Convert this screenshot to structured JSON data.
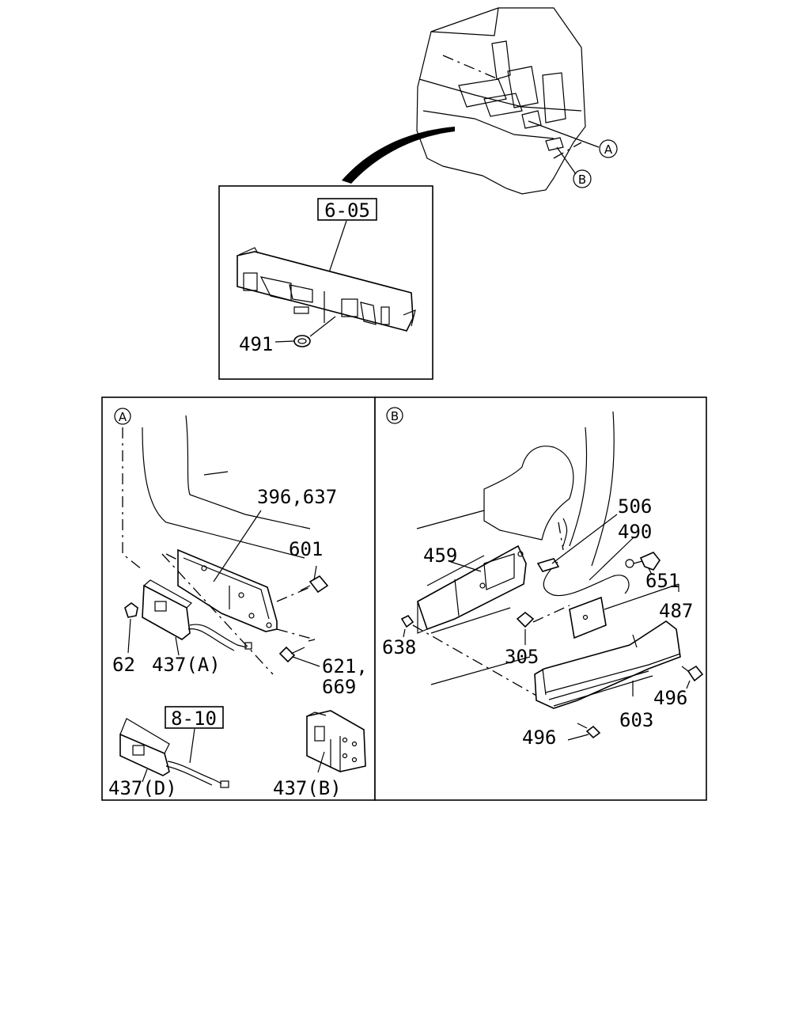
{
  "top": {
    "callout_a": "A",
    "callout_b": "B",
    "ref_box": "6-05",
    "part_491": "491"
  },
  "panel_a": {
    "marker": "A",
    "labels": {
      "p396_637": "396,637",
      "p601": "601",
      "p62": "62",
      "p437a": "437(A)",
      "p621": "621,",
      "p669": "669",
      "ref_810": "8-10",
      "p437d": "437(D)",
      "p437b": "437(B)"
    }
  },
  "panel_b": {
    "marker": "B",
    "labels": {
      "p506": "506",
      "p490": "490",
      "p459": "459",
      "p651": "651",
      "p487": "487",
      "p638": "638",
      "p305": "305",
      "p496a": "496",
      "p603": "603",
      "p496b": "496"
    }
  }
}
